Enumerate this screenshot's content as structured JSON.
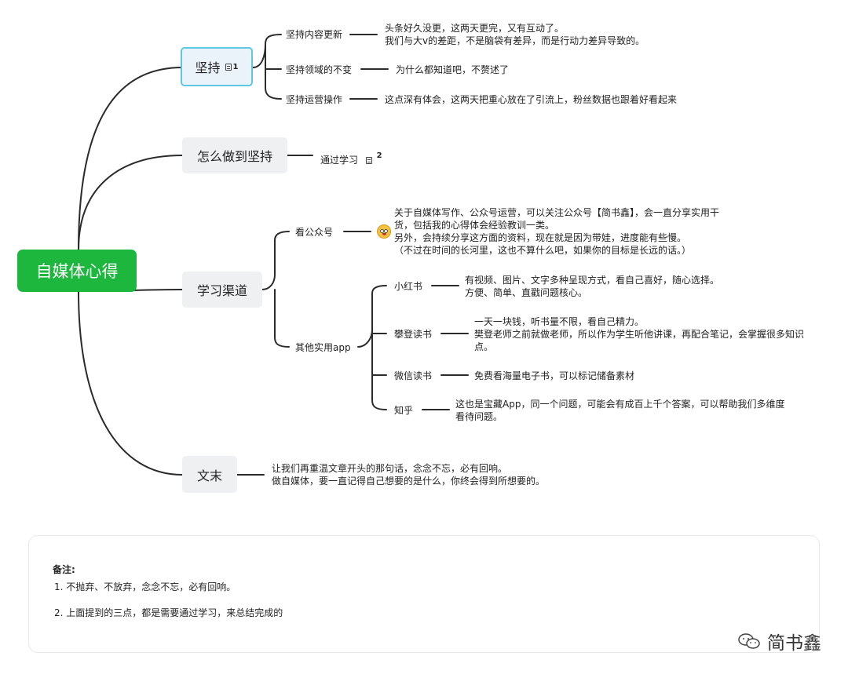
{
  "root": "自媒体心得",
  "branches": {
    "persist": {
      "label": "坚持",
      "marker": "1",
      "children": [
        {
          "label": "坚持内容更新",
          "detail": [
            "头条好久没更，这两天更完，又有互动了。",
            "我们与大v的差距，不是脑袋有差异，而是行动力差异导致的。"
          ]
        },
        {
          "label": "坚持领域的不变",
          "detail": [
            "为什么都知道吧，不赘述了"
          ]
        },
        {
          "label": "坚持运营操作",
          "detail": [
            "这点深有体会，这两天把重心放在了引流上，粉丝数据也跟着好看起来"
          ]
        }
      ]
    },
    "how": {
      "label": "怎么做到坚持",
      "child": "通过学习",
      "marker": "2"
    },
    "channels": {
      "label": "学习渠道",
      "official": {
        "label": "看公众号",
        "detail": [
          "关于自媒体写作、公众号运营，可以关注公众号【简书鑫】，会一直分享实用干",
          "货，包括我的心得体会经验教训一类。",
          "另外，会持续分享这方面的资料，现在就是因为带娃，进度能有些慢。",
          "（不过在时间的长河里，这也不算什么吧，如果你的目标是长远的话。）"
        ]
      },
      "apps": {
        "label": "其他实用app",
        "items": [
          {
            "label": "小红书",
            "detail": [
              "有视频、图片、文字多种呈现方式，看自己喜好，随心选择。",
              "方便、简单、直戳问题核心。"
            ]
          },
          {
            "label": "攀登读书",
            "detail": [
              "一天一块钱，听书量不限，看自己精力。",
              "樊登老师之前就做老师，所以作为学生听他讲课，再配合笔记，会掌握很多知识",
              "点。"
            ]
          },
          {
            "label": "微信读书",
            "detail": [
              "免费看海量电子书，可以标记储备素材"
            ]
          },
          {
            "label": "知乎",
            "detail": [
              "这也是宝藏App，同一个问题，可能会有成百上千个答案，可以帮助我们多维度",
              "看待问题。"
            ]
          }
        ]
      }
    },
    "end": {
      "label": "文末",
      "detail": [
        "让我们再重温文章开头的那句话，念念不忘，必有回响。",
        "做自媒体，要一直记得自己想要的是什么，你终会得到所想要的。"
      ]
    }
  },
  "notes": {
    "title": "备注:",
    "items": [
      "1. 不抛弃、不放弃，念念不忘，必有回响。",
      "2. 上面提到的三点，都是需要通过学习，来总结完成的"
    ]
  },
  "watermark": "简书鑫",
  "colors": {
    "root": "#1db73e",
    "line": "#2b2b2b",
    "selected_border": "#5fc6e6"
  }
}
